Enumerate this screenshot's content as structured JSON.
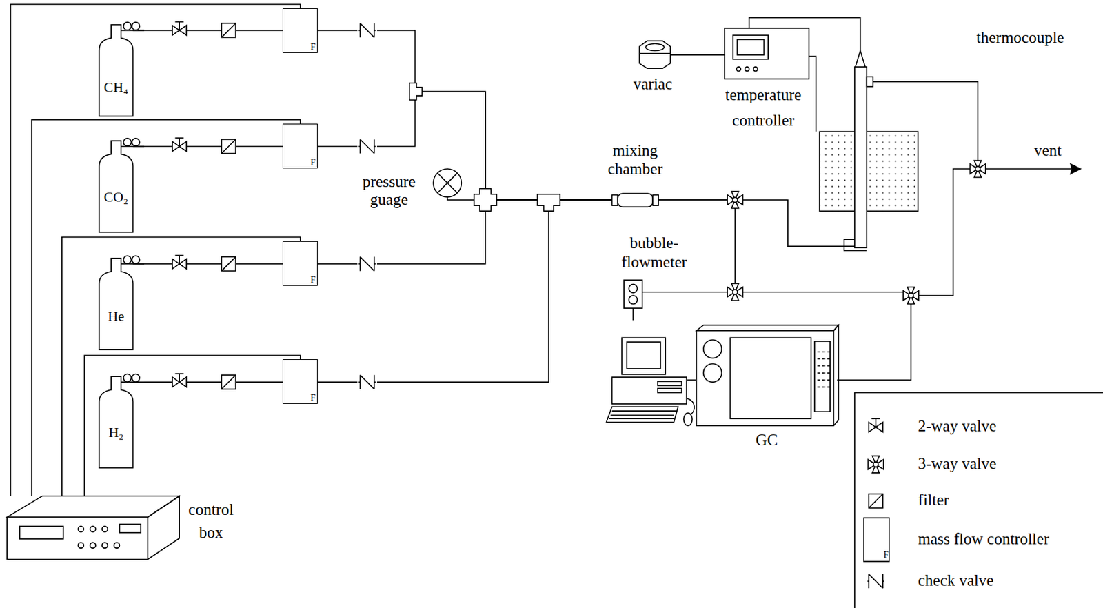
{
  "diagram": {
    "nodes": [
      {
        "text": [
          "CH₄"
        ]
      },
      {
        "text": [
          "CO₂"
        ]
      },
      {
        "text": [
          "He"
        ]
      },
      {
        "text": [
          "H₂"
        ]
      },
      {
        "text": [
          "F"
        ]
      },
      {
        "text": [
          "F"
        ]
      },
      {
        "text": [
          "F"
        ]
      },
      {
        "text": [
          "F"
        ]
      },
      {
        "text": [
          "mixing chamber"
        ]
      },
      {
        "text": [
          "pressure guage"
        ]
      },
      {
        "text": [
          "variac"
        ]
      },
      {
        "text": [
          "temperature controller"
        ]
      },
      {
        "text": [
          "bubble- flowmeter"
        ]
      },
      {
        "text": [
          "GC"
        ]
      },
      {
        "text": [
          "control box"
        ]
      }
    ],
    "edges": [
      {
        "from": 0,
        "to": 4,
        "arrow": "none"
      },
      {
        "from": 1,
        "to": 5,
        "arrow": "none"
      },
      {
        "from": 2,
        "to": 6,
        "arrow": "none"
      },
      {
        "from": 3,
        "to": 7,
        "arrow": "none"
      },
      {
        "from": 4,
        "to": 8,
        "arrow": "none"
      },
      {
        "from": 5,
        "to": 8,
        "arrow": "none"
      },
      {
        "from": 6,
        "to": 8,
        "arrow": "none"
      },
      {
        "from": 7,
        "to": 8,
        "arrow": "none"
      },
      {
        "from": 14,
        "to": 4,
        "arrow": "none"
      },
      {
        "from": 14,
        "to": 5,
        "arrow": "none"
      },
      {
        "from": 14,
        "to": 6,
        "arrow": "none"
      },
      {
        "from": 14,
        "to": 7,
        "arrow": "none"
      },
      {
        "from": 9,
        "to": 8,
        "arrow": "none"
      },
      {
        "from": 10,
        "to": 11,
        "arrow": "none"
      },
      {
        "from": 8,
        "to": 12,
        "arrow": "none"
      }
    ],
    "labels": [
      "thermocouple",
      "vent",
      "F"
    ],
    "legend": [
      {
        "text": "2-way valve"
      },
      {
        "text": "3-way valve"
      },
      {
        "text": "filter"
      },
      {
        "text": "mass flow controller"
      },
      {
        "text": "check valve"
      }
    ]
  }
}
